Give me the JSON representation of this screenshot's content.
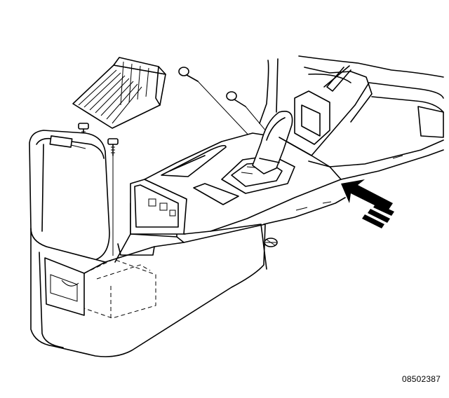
{
  "figure": {
    "code": "08502387"
  },
  "parts": {
    "armrest": "armrest-lid",
    "storage_tray": "storage-tray-insert",
    "console": "center-console-body",
    "shifter": "gear-shift-lever",
    "screws": [
      "screw",
      "screw",
      "screw",
      "screw"
    ],
    "arrow": "front-direction-arrow"
  }
}
